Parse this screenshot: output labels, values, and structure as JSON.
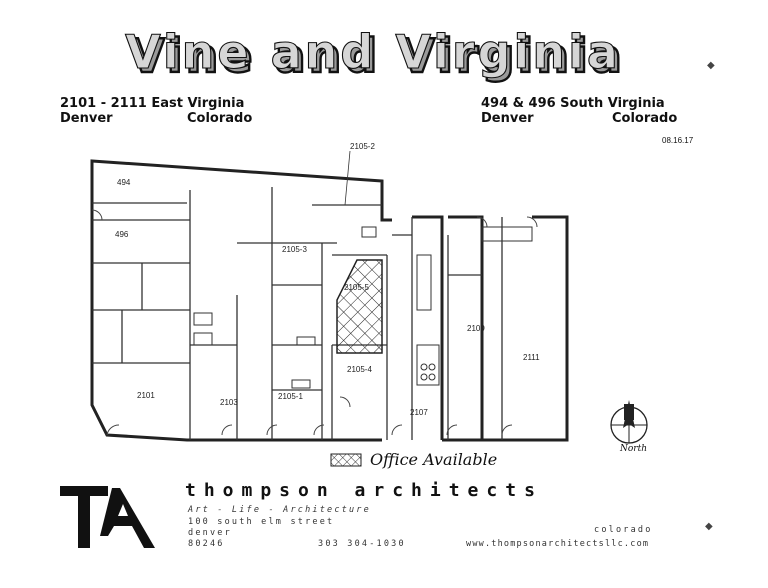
{
  "header": {
    "title": "Vine and Virginia",
    "left_address_line1": "2101 - 2111 East Virginia",
    "left_city": "Denver",
    "left_state": "Colorado",
    "right_address_line1": "494 & 496 South Virginia",
    "right_city": "Denver",
    "right_state": "Colorado",
    "date": "08.16.17"
  },
  "plan": {
    "units": {
      "u494": "494",
      "u496": "496",
      "u2105_2": "2105-2",
      "u2105_3": "2105-3",
      "u2105_5": "2105-5",
      "u2105_4": "2105-4",
      "u2105_1": "2105-1",
      "u2101": "2101",
      "u2103": "2103",
      "u2107": "2107",
      "u2109": "2109",
      "u2111": "2111"
    },
    "legend_text": "Office Available",
    "north_label": "North"
  },
  "footer": {
    "logo_text": "TA",
    "firm_name": "thompson architects",
    "tagline": "Art - Life - Architecture",
    "street": "100 south elm street",
    "city": "denver",
    "zip": "80246",
    "phone": "303 304-1030",
    "state": "colorado",
    "website": "www.thompsonarchitectsllc.com"
  }
}
